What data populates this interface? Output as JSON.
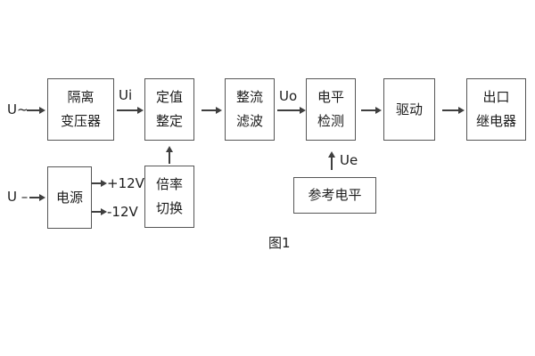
{
  "diagram": {
    "caption": "图1",
    "inputs": {
      "ac_label": "U~",
      "dc_label": "U –"
    },
    "blocks": {
      "isolation_transformer": {
        "line1": "隔离",
        "line2": "变压器"
      },
      "value_setting": {
        "line1": "定值",
        "line2": "整定"
      },
      "rectifier_filter": {
        "line1": "整流",
        "line2": "滤波"
      },
      "level_detection": {
        "line1": "电平",
        "line2": "检测"
      },
      "driver": {
        "line1": "驱动"
      },
      "output_relay": {
        "line1": "出口",
        "line2": "继电器"
      },
      "power_supply": {
        "line1": "电源"
      },
      "ratio_switch": {
        "line1": "倍率",
        "line2": "切换"
      },
      "reference_level": {
        "line1": "参考电平"
      }
    },
    "signal_labels": {
      "ui": "Ui",
      "uo": "Uo",
      "ue": "Ue",
      "plus_12v": "+12V",
      "minus_12v": "-12V"
    },
    "colors": {
      "line": "#3f3f3f",
      "border": "#565656",
      "text": "#1d1d1d",
      "background": "#ffffff"
    }
  }
}
